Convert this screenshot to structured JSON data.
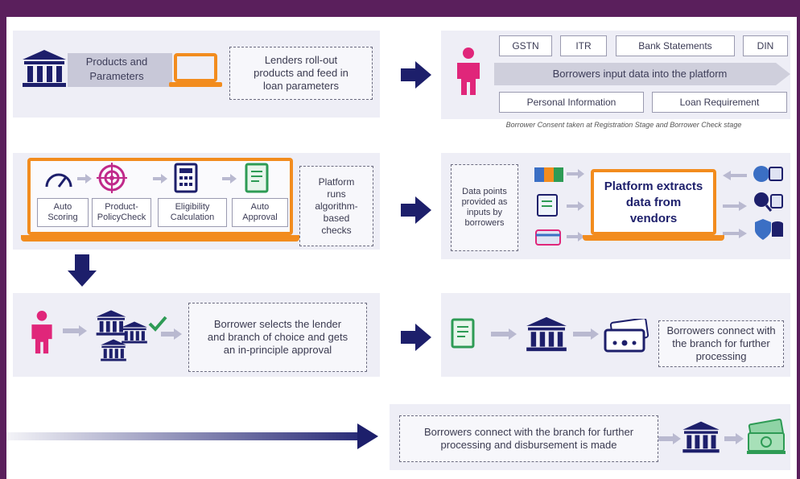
{
  "colors": {
    "frame": "#5a1f5c",
    "accent": "#f28c1e",
    "navy": "#1d1f6b",
    "pink": "#e0267a",
    "green": "#2e9b55"
  },
  "row1": {
    "left": {
      "products_text": "Products and Parameters",
      "lenders_text": "Lenders roll-out products and feed in loan parameters"
    },
    "right": {
      "chips_top": [
        "GSTN",
        "ITR",
        "Bank Statements",
        "DIN"
      ],
      "banner": "Borrowers input data into the platform",
      "chips_bottom": [
        "Personal Information",
        "Loan Requirement"
      ],
      "caption": "Borrower Consent taken at Registration Stage and Borrower Check stage"
    }
  },
  "row2": {
    "left": {
      "steps": [
        "Auto Scoring",
        "Product-PolicyCheck",
        "Eligibility Calculation",
        "Auto Approval"
      ],
      "platform_text": "Platform runs algorithm-based checks"
    },
    "right": {
      "data_points_text": "Data points provided as inputs by borrowers",
      "extract_text": "Platform extracts data from vendors"
    }
  },
  "row3": {
    "left": {
      "select_text": "Borrower selects the lender and branch of choice and gets an in-principle approval"
    },
    "right": {
      "connect_text": "Borrowers connect with the branch for further processing"
    }
  },
  "row4": {
    "disburse_text": "Borrowers connect with the branch for further processing and disbursement is made"
  },
  "icons": [
    "bank-icon",
    "laptop-icon",
    "person-icon",
    "speedometer-icon",
    "target-icon",
    "calculator-icon",
    "document-icon",
    "arrow-right-icon",
    "arrow-down-icon",
    "checkmark-icon",
    "card-icon",
    "money-icon",
    "database-icon",
    "search-icon",
    "server-icon"
  ]
}
